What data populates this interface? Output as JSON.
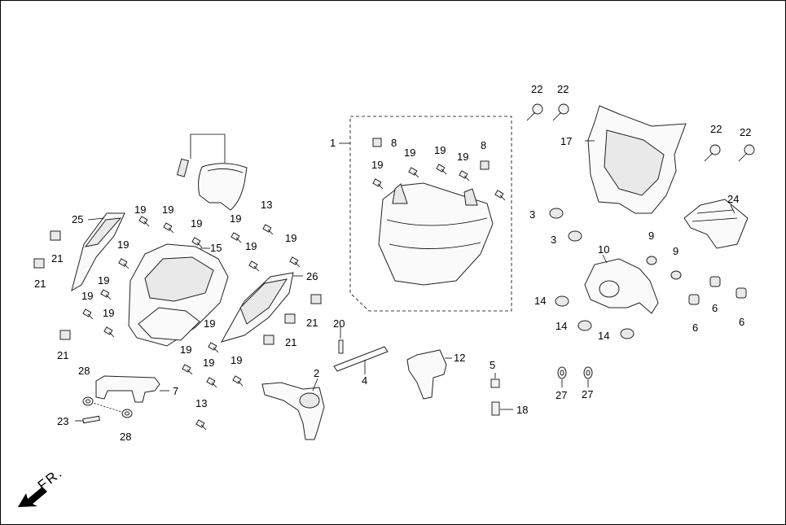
{
  "diagram": {
    "direction_label": "FR.",
    "callouts": [
      {
        "id": "c1",
        "text": "1"
      },
      {
        "id": "c2",
        "text": "2"
      },
      {
        "id": "c3a",
        "text": "3"
      },
      {
        "id": "c3b",
        "text": "3"
      },
      {
        "id": "c4",
        "text": "4"
      },
      {
        "id": "c5",
        "text": "5"
      },
      {
        "id": "c6a",
        "text": "6"
      },
      {
        "id": "c6b",
        "text": "6"
      },
      {
        "id": "c6c",
        "text": "6"
      },
      {
        "id": "c7",
        "text": "7"
      },
      {
        "id": "c8a",
        "text": "8"
      },
      {
        "id": "c8b",
        "text": "8"
      },
      {
        "id": "c9a",
        "text": "9"
      },
      {
        "id": "c9b",
        "text": "9"
      },
      {
        "id": "c10",
        "text": "10"
      },
      {
        "id": "c12",
        "text": "12"
      },
      {
        "id": "c13a",
        "text": "13"
      },
      {
        "id": "c13b",
        "text": "13"
      },
      {
        "id": "c14a",
        "text": "14"
      },
      {
        "id": "c14b",
        "text": "14"
      },
      {
        "id": "c14c",
        "text": "14"
      },
      {
        "id": "c15",
        "text": "15"
      },
      {
        "id": "c17",
        "text": "17"
      },
      {
        "id": "c18",
        "text": "18"
      },
      {
        "id": "c19a",
        "text": "19"
      },
      {
        "id": "c19b",
        "text": "19"
      },
      {
        "id": "c19c",
        "text": "19"
      },
      {
        "id": "c19d",
        "text": "19"
      },
      {
        "id": "c19e",
        "text": "19"
      },
      {
        "id": "c19f",
        "text": "19"
      },
      {
        "id": "c19g",
        "text": "19"
      },
      {
        "id": "c19h",
        "text": "19"
      },
      {
        "id": "c19i",
        "text": "19"
      },
      {
        "id": "c19j",
        "text": "19"
      },
      {
        "id": "c19k",
        "text": "19"
      },
      {
        "id": "c19l",
        "text": "19"
      },
      {
        "id": "c19m",
        "text": "19"
      },
      {
        "id": "c19n",
        "text": "19"
      },
      {
        "id": "c19o",
        "text": "19"
      },
      {
        "id": "c19p",
        "text": "19"
      },
      {
        "id": "c19q",
        "text": "19"
      },
      {
        "id": "c19r",
        "text": "19"
      },
      {
        "id": "c20",
        "text": "20"
      },
      {
        "id": "c21a",
        "text": "21"
      },
      {
        "id": "c21b",
        "text": "21"
      },
      {
        "id": "c21c",
        "text": "21"
      },
      {
        "id": "c21d",
        "text": "21"
      },
      {
        "id": "c21e",
        "text": "21"
      },
      {
        "id": "c22a",
        "text": "22"
      },
      {
        "id": "c22b",
        "text": "22"
      },
      {
        "id": "c22c",
        "text": "22"
      },
      {
        "id": "c22d",
        "text": "22"
      },
      {
        "id": "c23",
        "text": "23"
      },
      {
        "id": "c24",
        "text": "24"
      },
      {
        "id": "c25",
        "text": "25"
      },
      {
        "id": "c26",
        "text": "26"
      },
      {
        "id": "c27a",
        "text": "27"
      },
      {
        "id": "c27b",
        "text": "27"
      },
      {
        "id": "c28a",
        "text": "28"
      },
      {
        "id": "c28b",
        "text": "28"
      }
    ]
  }
}
